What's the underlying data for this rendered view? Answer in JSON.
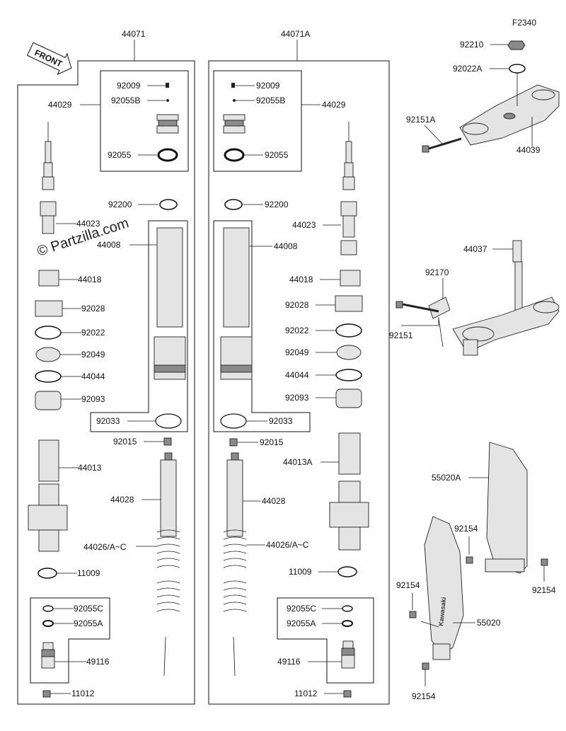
{
  "figure_code": "F2340",
  "watermark": "© Partzilla.com",
  "front_label": "FRONT",
  "assemblies": {
    "left": "44071",
    "right": "44071A"
  },
  "left_parts": {
    "p92009": "92009",
    "p92055B": "92055B",
    "p44029": "44029",
    "p92055": "92055",
    "p92200": "92200",
    "p44023": "44023",
    "p44008": "44008",
    "p44018": "44018",
    "p92028": "92028",
    "p92022": "92022",
    "p92049": "92049",
    "p44044": "44044",
    "p92093": "92093",
    "p92033": "92033",
    "p92015": "92015",
    "p44013": "44013",
    "p44028": "44028",
    "p44026": "44026/A~C",
    "p11009": "11009",
    "p92055C": "92055C",
    "p92055A": "92055A",
    "p49116": "49116",
    "p11012": "11012"
  },
  "right_parts": {
    "p92009": "92009",
    "p92055B": "92055B",
    "p44029": "44029",
    "p92055": "92055",
    "p92200": "92200",
    "p44023": "44023",
    "p44008": "44008",
    "p44018": "44018",
    "p92028": "92028",
    "p92022": "92022",
    "p92049": "92049",
    "p44044": "44044",
    "p92093": "92093",
    "p92033": "92033",
    "p92015": "92015",
    "p44013A": "44013A",
    "p44028": "44028",
    "p44026": "44026/A~C",
    "p11009": "11009",
    "p92055C": "92055C",
    "p92055A": "92055A",
    "p49116": "49116",
    "p11012": "11012"
  },
  "clamp_parts": {
    "p92210": "92210",
    "p92022A": "92022A",
    "p92151A": "92151A",
    "p44039": "44039",
    "p44037": "44037",
    "p92170": "92170",
    "p92151": "92151"
  },
  "guard_parts": {
    "p55020A": "55020A",
    "p92154_a": "92154",
    "p92154_b": "92154",
    "p92154_c": "92154",
    "p55020": "55020",
    "p92154_d": "92154"
  },
  "guard_logo": "Kawasaki"
}
